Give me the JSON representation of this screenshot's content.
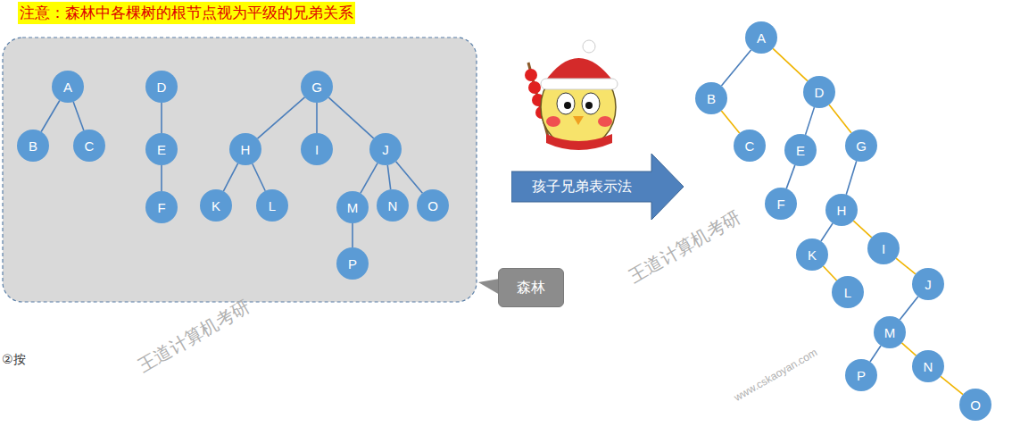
{
  "diagram": {
    "nodes": [
      {
        "text": [
          "A"
        ]
      },
      {
        "text": [
          "B"
        ]
      },
      {
        "text": [
          "C"
        ]
      },
      {
        "text": [
          "D"
        ]
      },
      {
        "text": [
          "E"
        ]
      },
      {
        "text": [
          "F"
        ]
      },
      {
        "text": [
          "G"
        ]
      },
      {
        "text": [
          "H"
        ]
      },
      {
        "text": [
          "I"
        ]
      },
      {
        "text": [
          "J"
        ]
      },
      {
        "text": [
          "K"
        ]
      },
      {
        "text": [
          "L"
        ]
      },
      {
        "text": [
          "M"
        ]
      },
      {
        "text": [
          "N"
        ]
      },
      {
        "text": [
          "O"
        ]
      },
      {
        "text": [
          "P"
        ]
      },
      {
        "text": [
          "森林"
        ]
      },
      {
        "text": [
          "孩子兄弟表示法"
        ]
      },
      {
        "text": [
          "A"
        ]
      },
      {
        "text": [
          "B"
        ]
      },
      {
        "text": [
          "C"
        ]
      },
      {
        "text": [
          "D"
        ]
      },
      {
        "text": [
          "E"
        ]
      },
      {
        "text": [
          "F"
        ]
      },
      {
        "text": [
          "G"
        ]
      },
      {
        "text": [
          "H"
        ]
      },
      {
        "text": [
          "I"
        ]
      },
      {
        "text": [
          "J"
        ]
      },
      {
        "text": [
          "K"
        ]
      },
      {
        "text": [
          "L"
        ]
      },
      {
        "text": [
          "M"
        ]
      },
      {
        "text": [
          "N"
        ]
      },
      {
        "text": [
          "O"
        ]
      },
      {
        "text": [
          "P"
        ]
      }
    ],
    "edges": [
      {
        "from": 0,
        "to": 1,
        "arrow": "none"
      },
      {
        "from": 0,
        "to": 2,
        "arrow": "none"
      },
      {
        "from": 3,
        "to": 4,
        "arrow": "none"
      },
      {
        "from": 4,
        "to": 5,
        "arrow": "none"
      },
      {
        "from": 6,
        "to": 7,
        "arrow": "none"
      },
      {
        "from": 6,
        "to": 8,
        "arrow": "none"
      },
      {
        "from": 6,
        "to": 9,
        "arrow": "none"
      },
      {
        "from": 7,
        "to": 10,
        "arrow": "none"
      },
      {
        "from": 7,
        "to": 11,
        "arrow": "none"
      },
      {
        "from": 9,
        "to": 12,
        "arrow": "none"
      },
      {
        "from": 9,
        "to": 13,
        "arrow": "none"
      },
      {
        "from": 9,
        "to": 14,
        "arrow": "none"
      },
      {
        "from": 12,
        "to": 15,
        "arrow": "none"
      },
      {
        "from": 18,
        "to": 19,
        "arrow": "none"
      },
      {
        "from": 18,
        "to": 21,
        "arrow": "none"
      },
      {
        "from": 19,
        "to": 20,
        "arrow": "none"
      },
      {
        "from": 21,
        "to": 22,
        "arrow": "none"
      },
      {
        "from": 21,
        "to": 24,
        "arrow": "none"
      },
      {
        "from": 22,
        "to": 23,
        "arrow": "none"
      },
      {
        "from": 24,
        "to": 25,
        "arrow": "none"
      },
      {
        "from": 25,
        "to": 28,
        "arrow": "none"
      },
      {
        "from": 25,
        "to": 26,
        "arrow": "none"
      },
      {
        "from": 28,
        "to": 29,
        "arrow": "none"
      },
      {
        "from": 26,
        "to": 27,
        "arrow": "none"
      },
      {
        "from": 27,
        "to": 30,
        "arrow": "none"
      },
      {
        "from": 30,
        "to": 33,
        "arrow": "none"
      },
      {
        "from": 30,
        "to": 31,
        "arrow": "none"
      },
      {
        "from": 31,
        "to": 32,
        "arrow": "none"
      }
    ],
    "labels": [
      "注意：森林中各棵树的根节点视为平级的兄弟关系",
      "②按",
      "王道计算机考研",
      "王道计算机考研",
      "www.cskaoyan.com"
    ]
  }
}
